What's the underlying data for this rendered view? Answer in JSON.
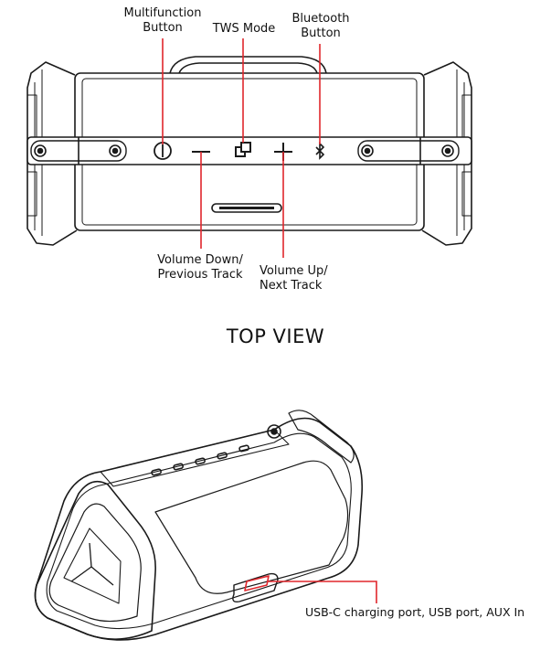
{
  "labels": {
    "multifunction": [
      "Multifunction",
      "Button"
    ],
    "tws": "TWS Mode",
    "bluetooth": [
      "Bluetooth",
      "Button"
    ],
    "volume_down": [
      "Volume Down/",
      "Previous Track"
    ],
    "volume_up": [
      "Volume Up/",
      "Next Track"
    ],
    "ports": "USB-C charging port, USB port, AUX In"
  },
  "view_title": "TOP VIEW",
  "colors": {
    "leader": "#e0262c",
    "outline": "#1a1a1a"
  },
  "icons": [
    "power-icon",
    "minus-icon",
    "tws-icon",
    "plus-icon",
    "bluetooth-icon"
  ]
}
